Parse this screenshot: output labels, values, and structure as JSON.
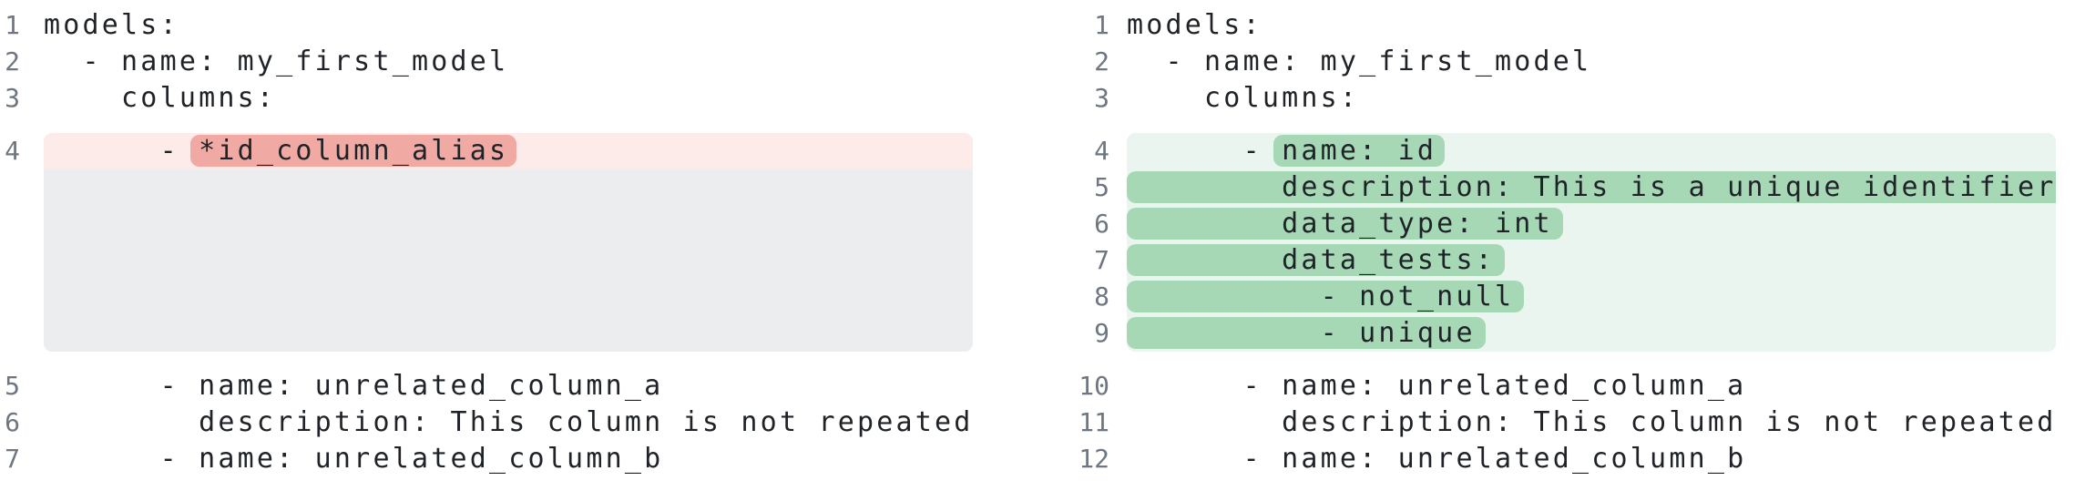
{
  "colors": {
    "code_text": "#1f2328",
    "line_number": "#6e7781",
    "removed_line_bg": "#fcebe9",
    "removed_word_bg": "#f0a9a3",
    "added_line_bg": "#ebf5ef",
    "added_word_bg": "#a6d8b6",
    "placeholder_bg": "#ecedef",
    "page_bg": "#ffffff"
  },
  "diff": {
    "left": {
      "lines": [
        {
          "num": "1",
          "text": "models:"
        },
        {
          "num": "2",
          "text": "  - name: my_first_model"
        },
        {
          "num": "3",
          "text": "    columns:"
        },
        {
          "num": "4",
          "type": "removed",
          "prefix": "      - ",
          "token": "*id_column_alias"
        },
        {
          "type": "spacer",
          "rows": 5
        },
        {
          "num": "5",
          "text": "      - name: unrelated_column_a"
        },
        {
          "num": "6",
          "text": "        description: This column is not repeated in other models"
        },
        {
          "num": "7",
          "text": "      - name: unrelated_column_b"
        }
      ]
    },
    "right": {
      "lines": [
        {
          "num": "1",
          "text": "models:"
        },
        {
          "num": "2",
          "text": "  - name: my_first_model"
        },
        {
          "num": "3",
          "text": "    columns:"
        },
        {
          "num": "4",
          "type": "added",
          "prefix": "      - ",
          "token": "name: id"
        },
        {
          "num": "5",
          "type": "added",
          "full": true,
          "token": "        description: This is a unique identifier."
        },
        {
          "num": "6",
          "type": "added",
          "full": true,
          "token": "        data_type: int"
        },
        {
          "num": "7",
          "type": "added",
          "full": true,
          "token": "        data_tests:"
        },
        {
          "num": "8",
          "type": "added",
          "full": true,
          "token": "          - not_null"
        },
        {
          "num": "9",
          "type": "added",
          "full": true,
          "token": "          - unique"
        },
        {
          "num": "10",
          "text": "      - name: unrelated_column_a"
        },
        {
          "num": "11",
          "text": "        description: This column is not repeated in other models"
        },
        {
          "num": "12",
          "text": "      - name: unrelated_column_b"
        }
      ]
    }
  }
}
